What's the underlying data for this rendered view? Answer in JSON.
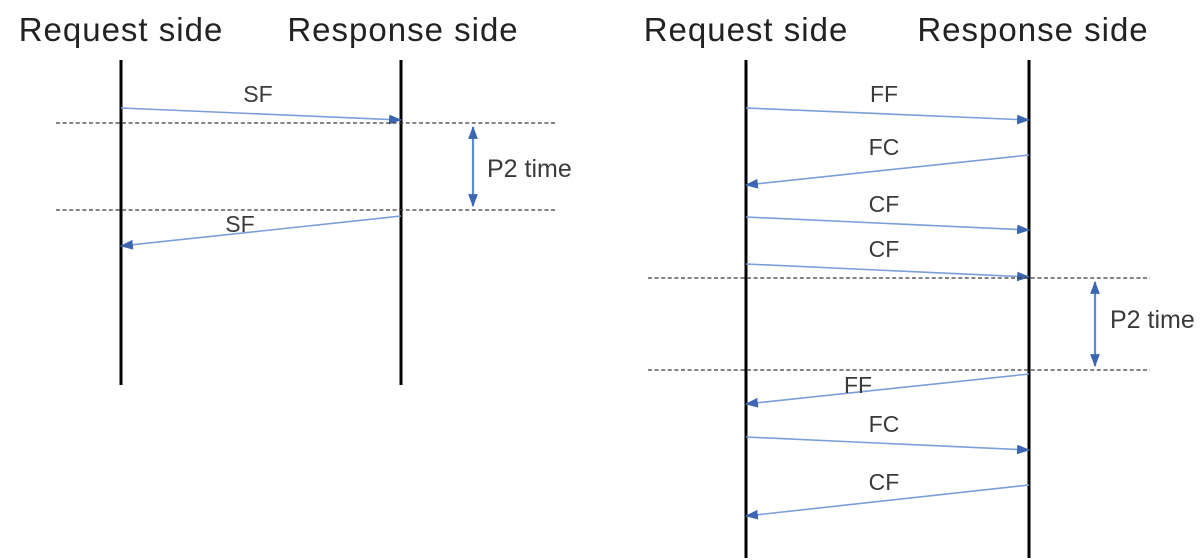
{
  "colors": {
    "arrow_shaft": "#7d9ed8",
    "arrow_head": "#3b67b2",
    "p2_arrow": "#5c8bd6",
    "lifeline": "#000000",
    "dashed_line": "#3a3a3a",
    "title_text": "#222222",
    "label_text": "#3a3a3a"
  },
  "diagrams": [
    {
      "name": "single-frame-exchange",
      "request_title": "Request side",
      "response_title": "Response side",
      "p2_label": "P2 time",
      "messages": [
        {
          "label": "SF",
          "from": "request",
          "to": "response"
        },
        {
          "label": "SF",
          "from": "response",
          "to": "request"
        }
      ]
    },
    {
      "name": "multi-frame-exchange",
      "request_title": "Request side",
      "response_title": "Response side",
      "p2_label": "P2 time",
      "messages": [
        {
          "label": "FF",
          "from": "request",
          "to": "response"
        },
        {
          "label": "FC",
          "from": "response",
          "to": "request"
        },
        {
          "label": "CF",
          "from": "request",
          "to": "response"
        },
        {
          "label": "CF",
          "from": "request",
          "to": "response"
        },
        {
          "label": "FF",
          "from": "response",
          "to": "request"
        },
        {
          "label": "FC",
          "from": "request",
          "to": "response"
        },
        {
          "label": "CF",
          "from": "response",
          "to": "request"
        }
      ]
    }
  ]
}
